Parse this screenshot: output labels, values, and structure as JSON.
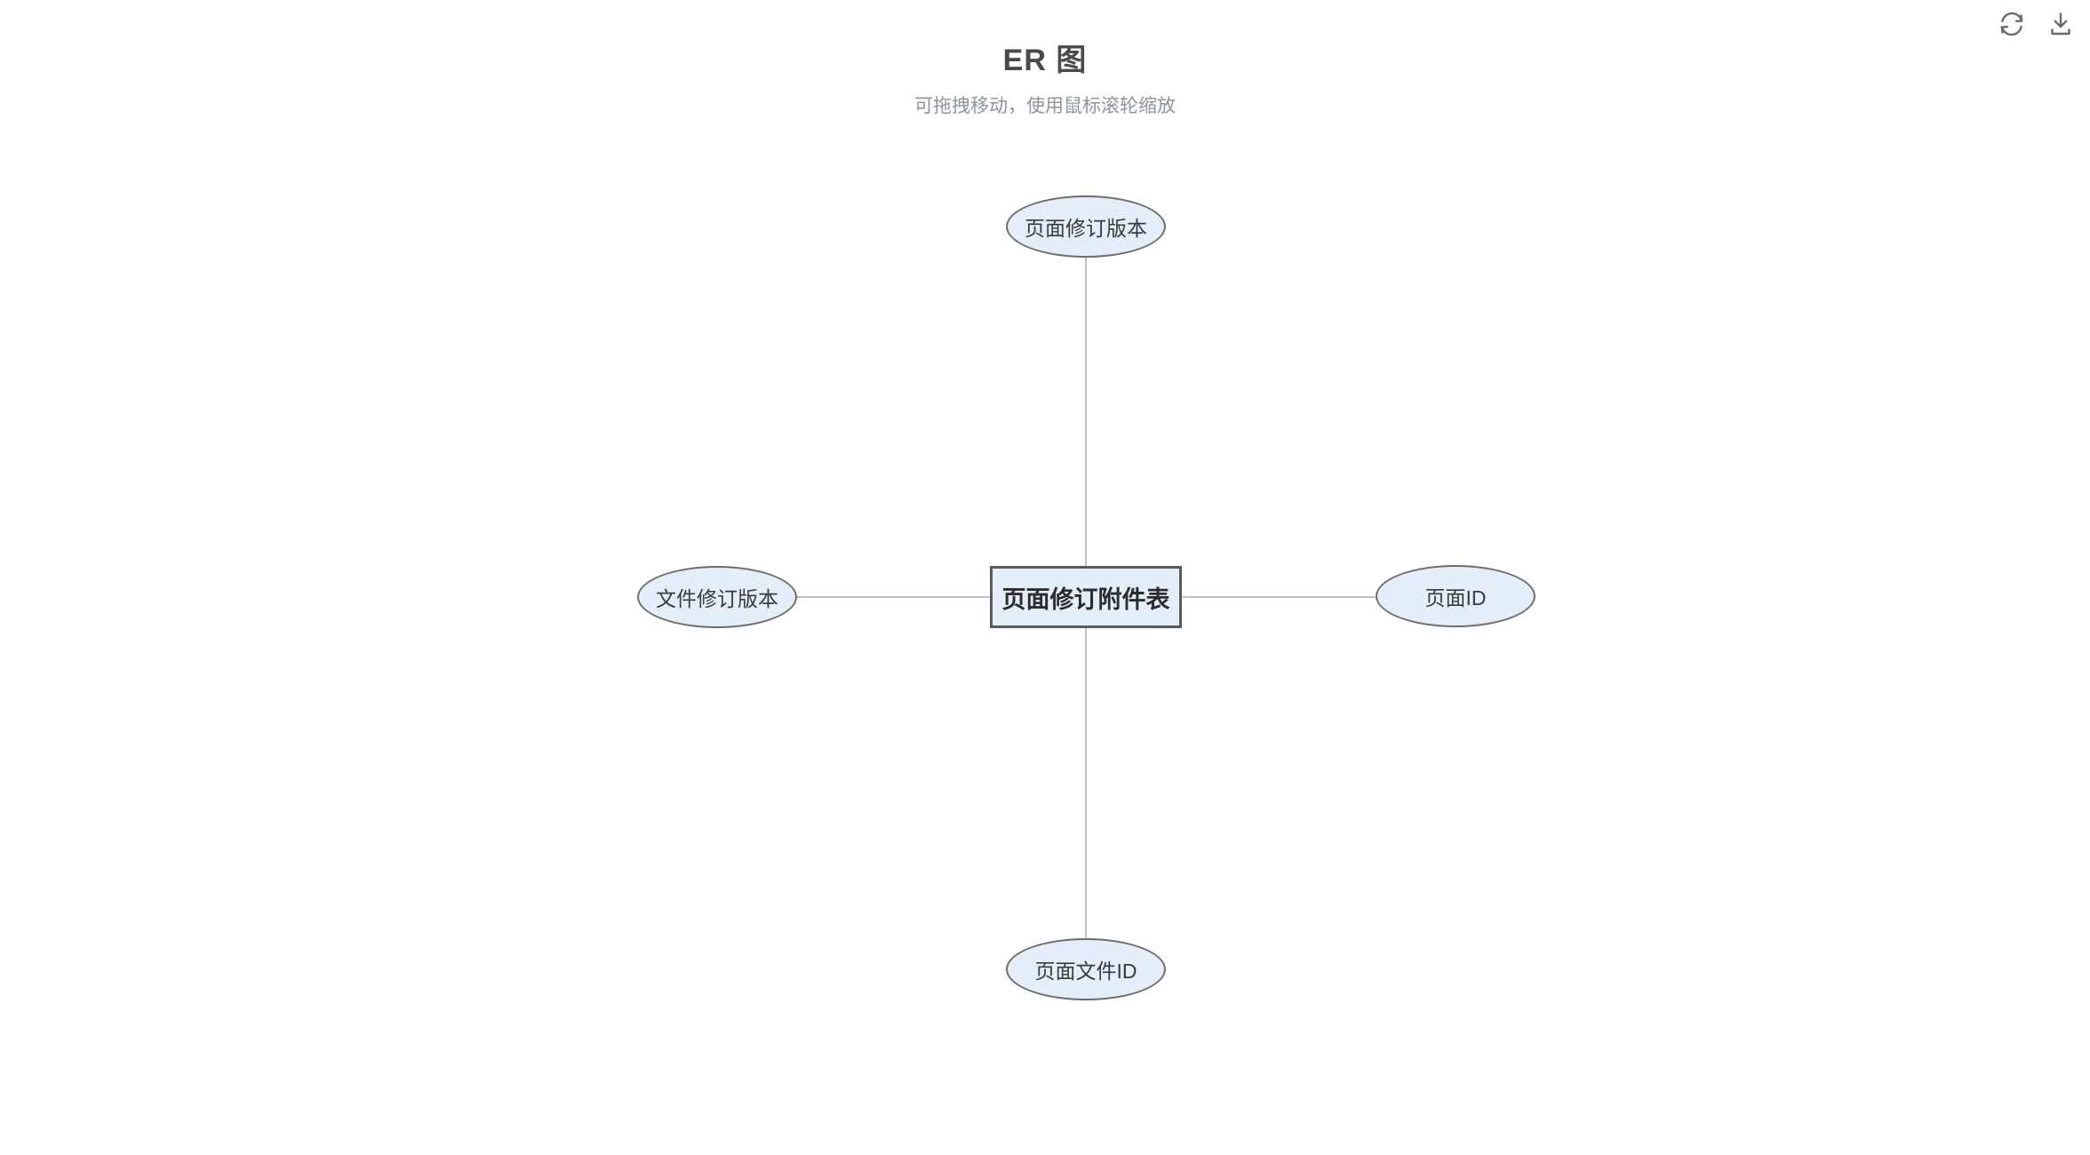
{
  "header": {
    "title": "ER 图",
    "subtitle": "可拖拽移动，使用鼠标滚轮缩放"
  },
  "toolbar": {
    "icons": [
      "refresh-icon",
      "download-icon"
    ]
  },
  "diagram": {
    "type": "er",
    "entity": {
      "label": "页面修订附件表",
      "shape": "rectangle"
    },
    "attributes": [
      {
        "label": "页面修订版本",
        "position": "top",
        "shape": "ellipse"
      },
      {
        "label": "文件修订版本",
        "position": "left",
        "shape": "ellipse"
      },
      {
        "label": "页面ID",
        "position": "right",
        "shape": "ellipse"
      },
      {
        "label": "页面文件ID",
        "position": "bottom",
        "shape": "ellipse"
      }
    ],
    "colors": {
      "node_fill": "#e4eefa",
      "node_border": "#6d6d6d",
      "entity_border": "#5a5a5a",
      "connector": "#c0c0c0",
      "title_text": "#4a4a4a",
      "subtitle_text": "#8e939d",
      "icon": "#6a6a6a"
    }
  }
}
